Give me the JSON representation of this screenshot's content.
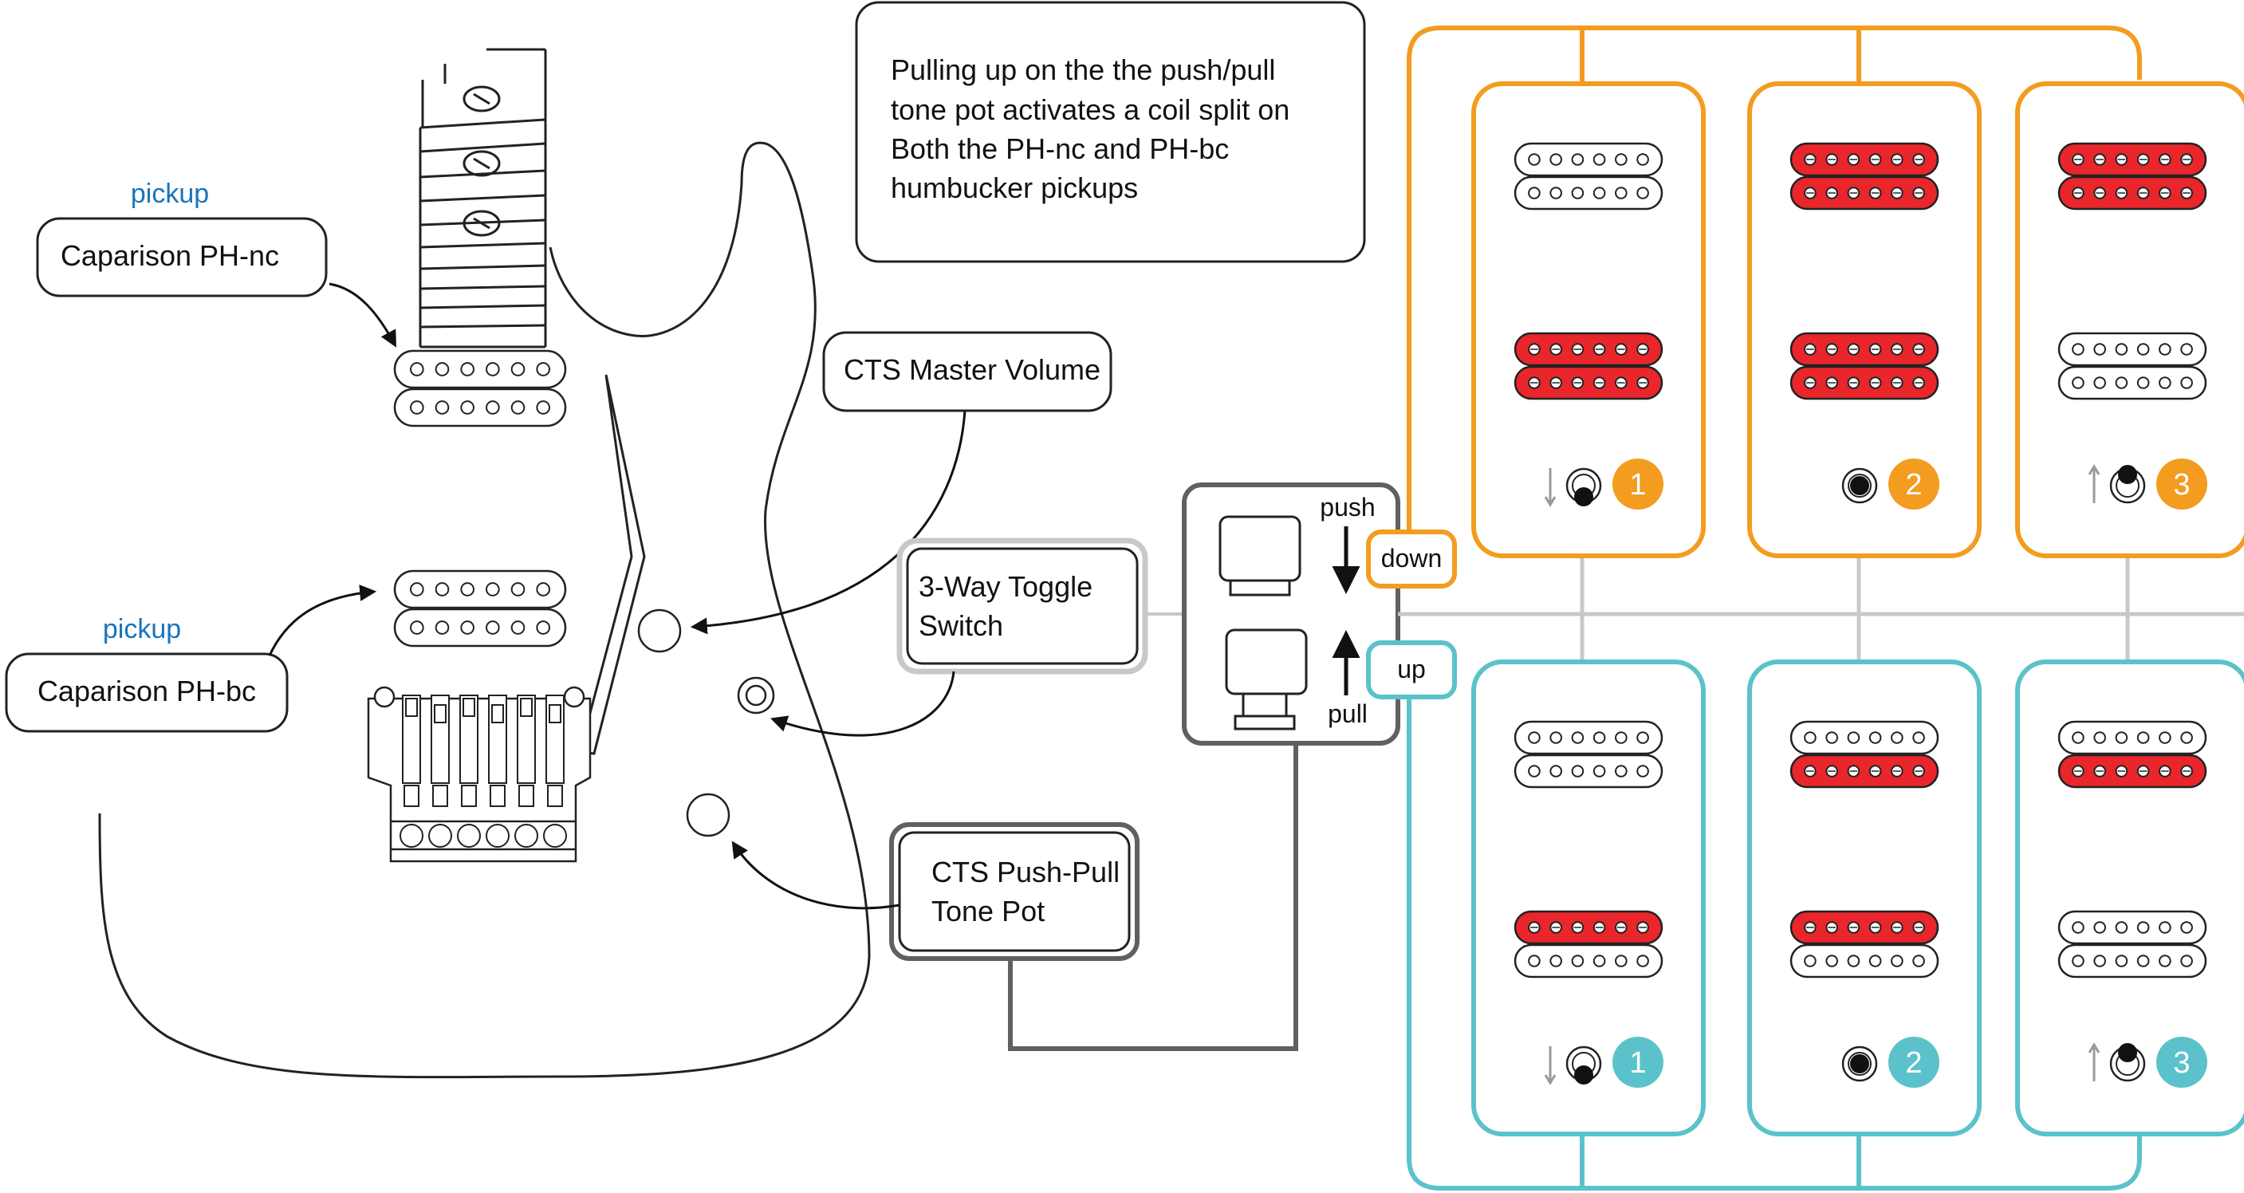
{
  "labels": {
    "pickup_neck_caption": "pickup",
    "pickup_neck_name": "Caparison PH-nc",
    "pickup_bridge_caption": "pickup",
    "pickup_bridge_name": "Caparison PH-bc",
    "master_volume": "CTS Master Volume",
    "toggle_line1": "3-Way Toggle",
    "toggle_line2": "Switch",
    "tone_line1": "CTS Push-Pull",
    "tone_line2": "Tone Pot",
    "push": "push",
    "pull": "pull",
    "down": "down",
    "up": "up"
  },
  "note": {
    "lines": [
      "Pulling up on the the push/pull",
      "tone pot  activates a  coil split on",
      "Both the PH-nc and PH-bc",
      "humbucker pickups"
    ]
  },
  "colors": {
    "orange": "#f39c1f",
    "teal": "#5bc2cb",
    "red": "#e8262b",
    "blue_text": "#1b75bb",
    "grey_line": "#c8c8c8",
    "dark_grey": "#606060"
  },
  "positions": [
    {
      "number": "1",
      "toggle": "down"
    },
    {
      "number": "2",
      "toggle": "middle"
    },
    {
      "number": "3",
      "toggle": "up"
    }
  ],
  "pots_down": [
    {
      "neck": [
        "off",
        "off"
      ],
      "bridge": [
        "on",
        "on"
      ]
    },
    {
      "neck": [
        "on",
        "on"
      ],
      "bridge": [
        "on",
        "on"
      ]
    },
    {
      "neck": [
        "on",
        "on"
      ],
      "bridge": [
        "off",
        "off"
      ]
    }
  ],
  "pots_up": [
    {
      "neck": [
        "off",
        "off"
      ],
      "bridge": [
        "on",
        "off"
      ]
    },
    {
      "neck": [
        "off",
        "on"
      ],
      "bridge": [
        "on",
        "off"
      ]
    },
    {
      "neck": [
        "off",
        "on"
      ],
      "bridge": [
        "off",
        "off"
      ]
    }
  ]
}
